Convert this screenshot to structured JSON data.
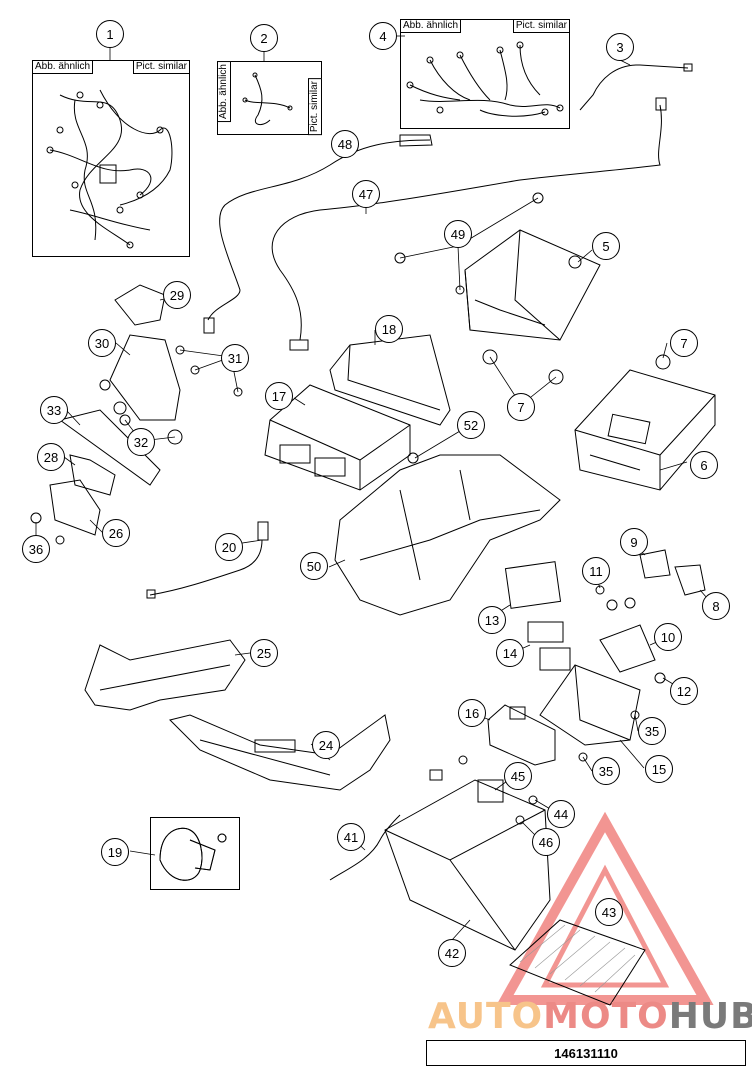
{
  "labels": {
    "abb_aehnlich": "Abb. ähnlich",
    "pict_similar": "Pict. similar"
  },
  "callouts": [
    "1",
    "2",
    "3",
    "4",
    "5",
    "6",
    "7",
    "7",
    "8",
    "9",
    "10",
    "11",
    "12",
    "13",
    "14",
    "15",
    "16",
    "17",
    "18",
    "19",
    "20",
    "24",
    "25",
    "26",
    "28",
    "29",
    "30",
    "31",
    "32",
    "33",
    "35",
    "35",
    "36",
    "41",
    "42",
    "43",
    "44",
    "45",
    "46",
    "47",
    "48",
    "49",
    "50",
    "52"
  ],
  "watermark": {
    "part1": "AUTO",
    "part2": "MOTO",
    "part3": "HUB"
  },
  "drawing_number": "146131110",
  "colors": {
    "line": "#000000",
    "watermark_red": "#e8403a",
    "watermark_orange": "#f7c48a",
    "watermark_grey": "#7a7a7a"
  }
}
